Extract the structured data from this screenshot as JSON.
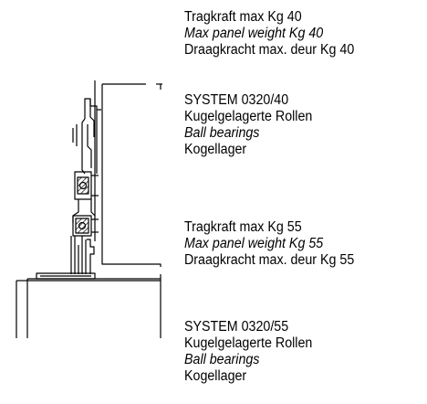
{
  "blocks": [
    {
      "lines": [
        {
          "text": "Tragkraft max Kg 40",
          "italic": false
        },
        {
          "text": "Max panel weight Kg 40",
          "italic": true
        },
        {
          "text": "Draagkracht max. deur Kg 40",
          "italic": false
        }
      ]
    },
    {
      "lines": [
        {
          "text": "SYSTEM 0320/40",
          "italic": false
        },
        {
          "text": "Kugelgelagerte Rollen",
          "italic": false
        },
        {
          "text": "Ball bearings",
          "italic": true
        },
        {
          "text": "Kogellager",
          "italic": false
        }
      ]
    },
    {
      "lines": [
        {
          "text": "Tragkraft max Kg 55",
          "italic": false
        },
        {
          "text": "Max panel weight Kg 55",
          "italic": true
        },
        {
          "text": "Draagkracht max. deur Kg 55",
          "italic": false
        }
      ]
    },
    {
      "lines": [
        {
          "text": "SYSTEM 0320/55",
          "italic": false
        },
        {
          "text": "Kugelgelagerte Rollen",
          "italic": false
        },
        {
          "text": "Ball bearings",
          "italic": true
        },
        {
          "text": "Kogellager",
          "italic": false
        }
      ]
    }
  ],
  "colors": {
    "line": "#000000",
    "hatch": "#222222",
    "background": "#ffffff"
  }
}
